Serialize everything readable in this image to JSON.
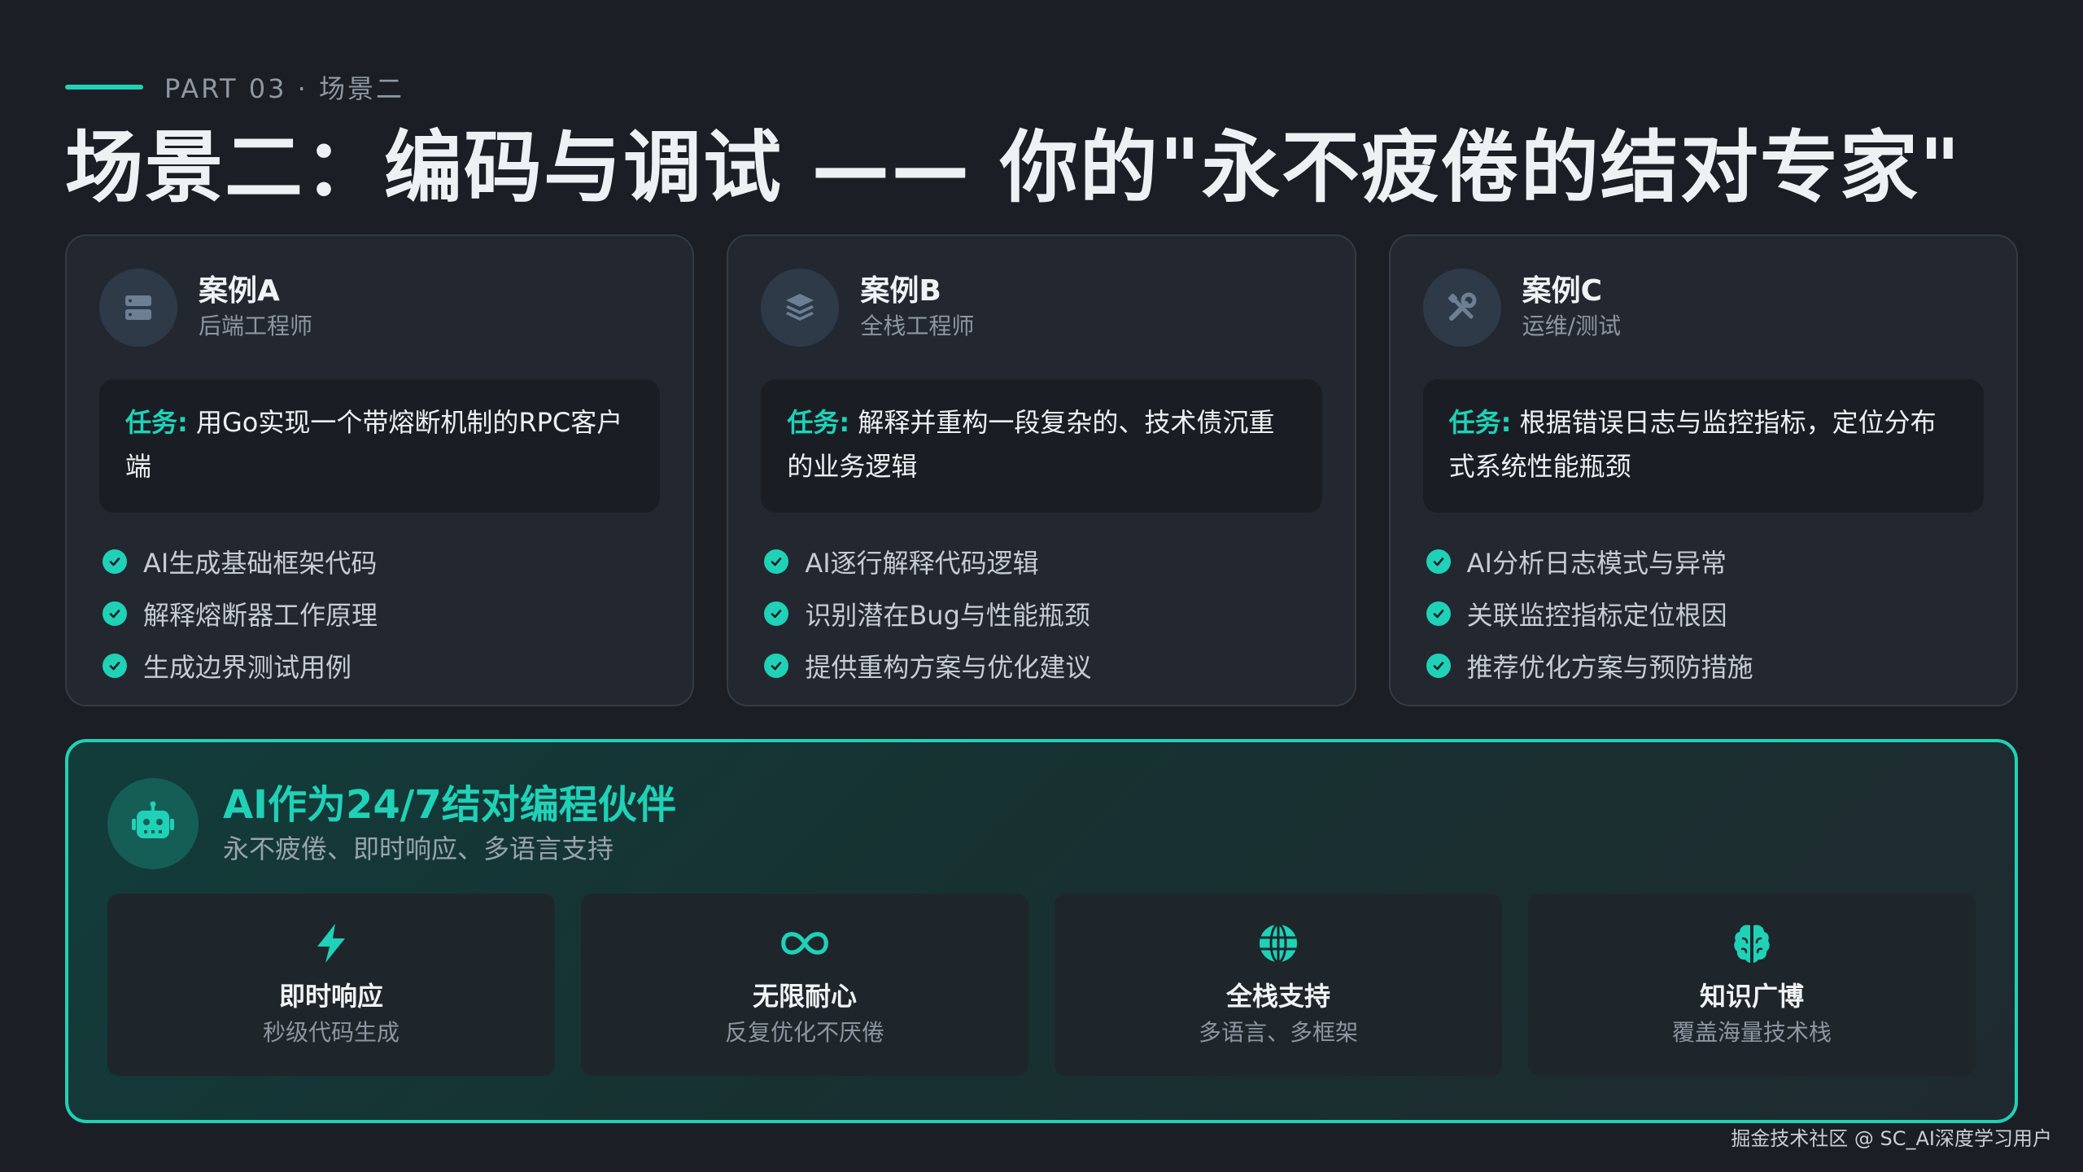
{
  "header": {
    "eyebrow": "PART 03 · 场景二",
    "title": "场景二：编码与调试 —— 你的\"永不疲倦的结对专家\""
  },
  "cases": [
    {
      "icon": "server-icon",
      "title": "案例A",
      "role": "后端工程师",
      "task_label": "任务:",
      "task_text": "用Go实现一个带熔断机制的RPC客户端",
      "items": [
        "AI生成基础框架代码",
        "解释熔断器工作原理",
        "生成边界测试用例"
      ]
    },
    {
      "icon": "layers-icon",
      "title": "案例B",
      "role": "全栈工程师",
      "task_label": "任务:",
      "task_text": "解释并重构一段复杂的、技术债沉重的业务逻辑",
      "items": [
        "AI逐行解释代码逻辑",
        "识别潜在Bug与性能瓶颈",
        "提供重构方案与优化建议"
      ]
    },
    {
      "icon": "tools-icon",
      "title": "案例C",
      "role": "运维/测试",
      "task_label": "任务:",
      "task_text": "根据错误日志与监控指标，定位分布式系统性能瓶颈",
      "items": [
        "AI分析日志模式与异常",
        "关联监控指标定位根因",
        "推荐优化方案与预防措施"
      ]
    }
  ],
  "partner": {
    "icon": "robot-icon",
    "title": "AI作为24/7结对编程伙伴",
    "subtitle": "永不疲倦、即时响应、多语言支持",
    "features": [
      {
        "icon": "bolt-icon",
        "name": "即时响应",
        "desc": "秒级代码生成"
      },
      {
        "icon": "infinity-icon",
        "name": "无限耐心",
        "desc": "反复优化不厌倦"
      },
      {
        "icon": "globe-icon",
        "name": "全栈支持",
        "desc": "多语言、多框架"
      },
      {
        "icon": "brain-icon",
        "name": "知识广博",
        "desc": "覆盖海量技术栈"
      }
    ]
  },
  "footer": {
    "watermark": "掘金技术社区 @ SC_AI深度学习用户"
  },
  "colors": {
    "accent": "#1fd1b7",
    "background": "#1b1e24",
    "card": "#232830"
  }
}
